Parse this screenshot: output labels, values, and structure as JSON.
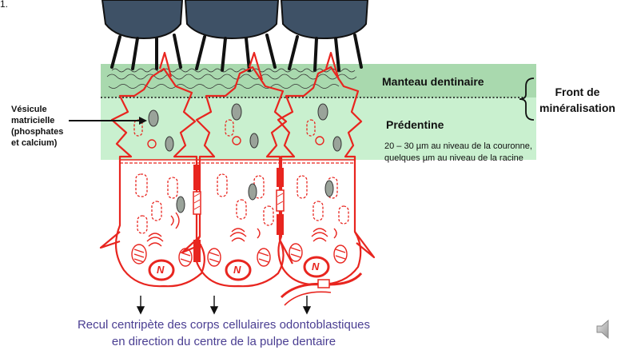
{
  "slide": {
    "corner_text": "1.",
    "labels": {
      "manteau": "Manteau dentinaire",
      "predentine": "Prédentine",
      "measure_line1": "20 – 30 µm  au niveau de la couronne,",
      "measure_line2": "quelques µm  au niveau de la racine",
      "front_line1": "Front de",
      "front_line2": "minéralisation",
      "vesicule_line1": "Vésicule",
      "vesicule_line2": "matricielle",
      "vesicule_line3": "(phosphates",
      "vesicule_line4": "et calcium)"
    },
    "caption_line1": "Recul centripète des corps cellulaires odontoblastiques",
    "caption_line2": "en direction du centre de la pulpe dentaire",
    "nucleus_letter": "N",
    "colors": {
      "cell_outline": "#e8251f",
      "predentine_band": "#c9f0cf",
      "manteau_band": "#a9d9ae",
      "enamel_cells": "#3e5166",
      "caption": "#4a3e92",
      "vesicle_fill": "#9aa39a"
    },
    "icons": {
      "speaker": "speaker-icon"
    }
  }
}
